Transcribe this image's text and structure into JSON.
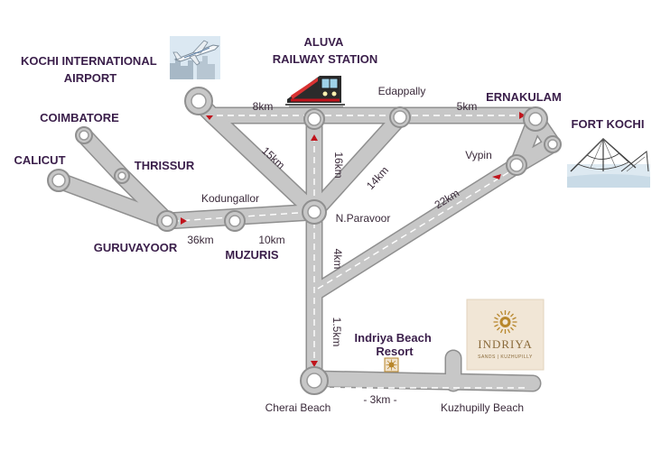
{
  "places": {
    "airport": "KOCHI INTERNATIONAL\nAIRPORT",
    "aluva": "ALUVA\nRAILWAY STATION",
    "edappally": "Edappally",
    "ernakulam": "ERNAKULAM",
    "fort_kochi": "FORT KOCHI",
    "vypin": "Vypin",
    "coimbatore": "COIMBATORE",
    "thrissur": "THRISSUR",
    "calicut": "CALICUT",
    "kodungallor": "Kodungallor",
    "guruvayoor": "GURUVAYOOR",
    "muzuris": "MUZURIS",
    "n_paravoor": "N.Paravoor",
    "indriya_resort": "Indriya Beach\nResort",
    "cherai_beach": "Cherai Beach",
    "kuzhupilly_beach": "Kuzhupilly Beach"
  },
  "distances": {
    "airport_aluva": "8km",
    "edappally_ernakulam": "5km",
    "diag_15": "15km",
    "vert_16": "16km",
    "diag_14": "14km",
    "diag_22": "22km",
    "guruvayoor_kodungallor": "36km",
    "kodungallor_paravoor": "10km",
    "vert_4": "4km",
    "vert_1_5": "1.5km",
    "cherai_kuzhupilly": "- 3km -"
  },
  "logo": {
    "name": "INDRIYA",
    "tagline": "SANDS | KUZHUPILLY"
  },
  "colors": {
    "road": "#c7c7c7",
    "road_edge": "#8f8f8f",
    "arrow": "#c0141c",
    "label": "#3a1e4a",
    "logo_bg": "#f1e6d6",
    "logo_accent": "#b8872c"
  }
}
